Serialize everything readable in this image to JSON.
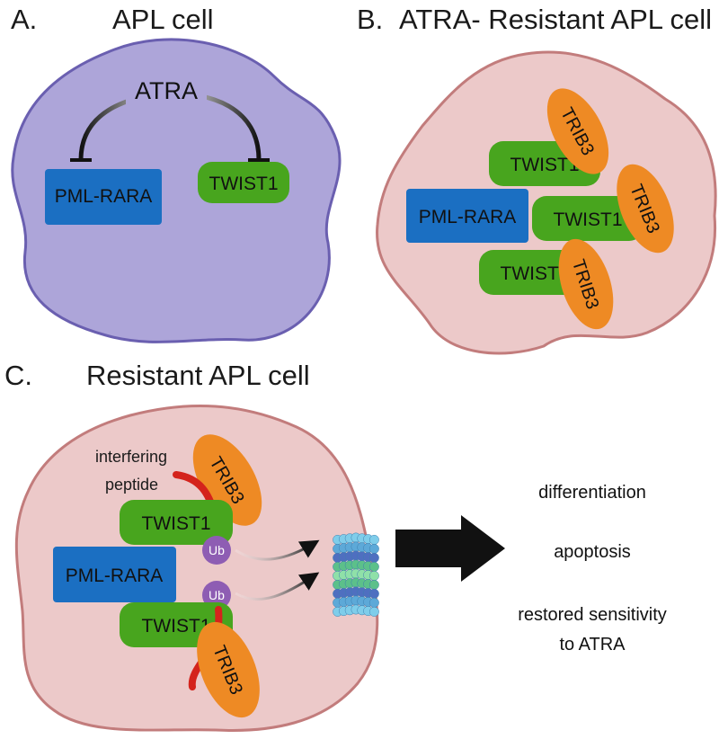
{
  "panel_a": {
    "letter": "A.",
    "title": "APL cell",
    "inhibitor": "ATRA",
    "box_left": "PML-RARA",
    "box_right": "TWIST1"
  },
  "panel_b": {
    "letter": "B.",
    "title": "ATRA- Resistant APL cell",
    "pml": "PML-RARA",
    "twist": [
      "TWIST1",
      "TWIST1",
      "TWIST1"
    ],
    "trib": [
      "TRIB3",
      "TRIB3",
      "TRIB3"
    ]
  },
  "panel_c": {
    "letter": "C.",
    "title": "Resistant APL cell",
    "label_interfering": "interfering",
    "label_peptide": "peptide",
    "trib": [
      "TRIB3",
      "TRIB3"
    ],
    "twist": [
      "TWIST1",
      "TWIST1"
    ],
    "pml": "PML-RARA",
    "ub": [
      "Ub",
      "Ub"
    ],
    "outcomes": [
      "differentiation",
      "apoptosis",
      "restored sensitivity",
      "to ATRA"
    ]
  },
  "colors": {
    "cell_a_fill": "#ada5d9",
    "cell_a_stroke": "#6a5fb0",
    "cell_bc_fill": "#ecc9c9",
    "cell_bc_stroke": "#c27c7c",
    "pml_blue": "#1b6fc2",
    "twist_green": "#48a51e",
    "trib_orange": "#ee8a24",
    "peptide_red": "#d4231c",
    "ub_purple": "#8e5db3",
    "arrow_black": "#111111"
  }
}
